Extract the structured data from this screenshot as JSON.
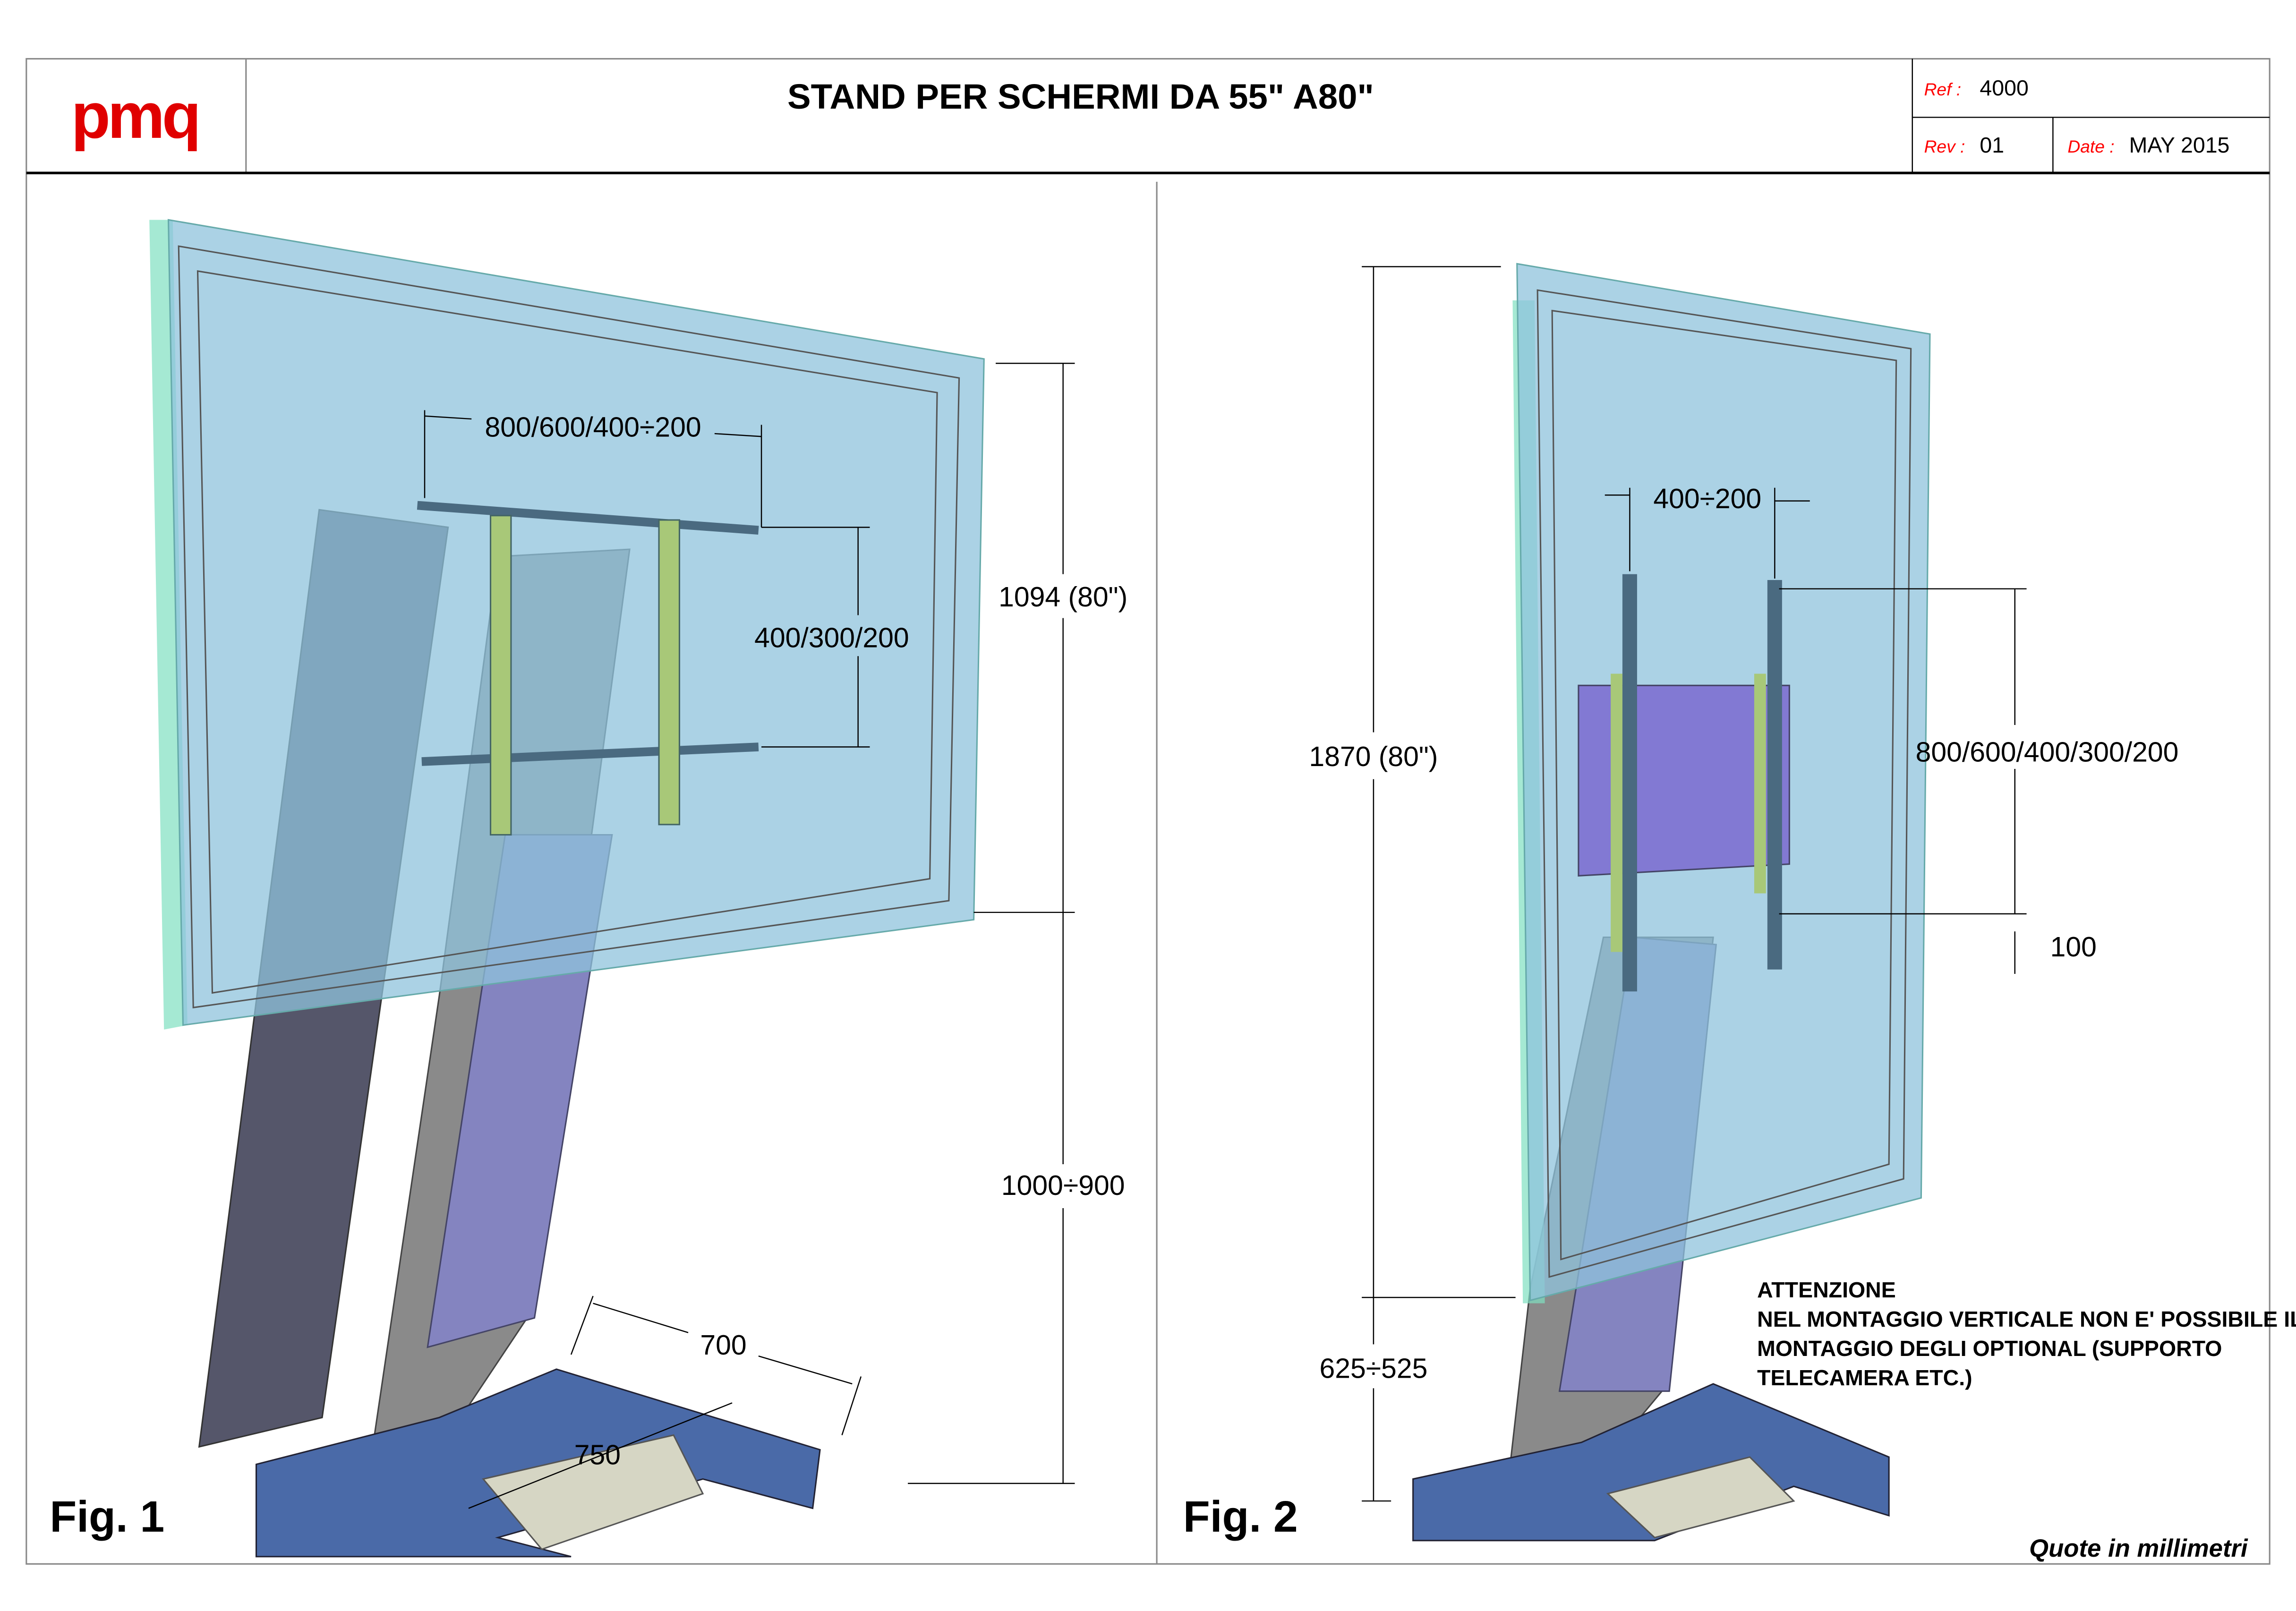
{
  "header": {
    "logo": "pmq",
    "title": "STAND PER SCHERMI DA 55\" A80\"",
    "ref_label": "Ref :",
    "ref_value": "4000",
    "rev_label": "Rev :",
    "rev_value": "01",
    "date_label": "Date :",
    "date_value": "MAY 2015"
  },
  "fig1": {
    "label": "Fig. 1",
    "dims": {
      "horizontal_spacing": "800/600/400÷200",
      "vertical_spacing": "400/300/200",
      "screen_height": "1094 (80\")",
      "stand_height": "1000÷900",
      "base_width": "700",
      "base_depth": "750"
    }
  },
  "fig2": {
    "label": "Fig. 2",
    "dims": {
      "horizontal_spacing": "400÷200",
      "vertical_spacing": "800/600/400/300/200",
      "offset": "100",
      "screen_height": "1870 (80\")",
      "stand_height": "625÷525"
    },
    "note": {
      "title": "ATTENZIONE",
      "lines": [
        "NEL MONTAGGIO VERTICALE NON E' POSSIBILE IL",
        "MONTAGGIO DEGLI OPTIONAL (SUPPORTO",
        "TELECAMERA ETC.)"
      ]
    }
  },
  "footer": {
    "units_note": "Quote in millimetri"
  },
  "colors": {
    "brand": "#e00000",
    "label_red": "#ff0000",
    "screen": "#8fc3dc",
    "base": "#4a6aa8",
    "upright": "#8a8a8a"
  }
}
